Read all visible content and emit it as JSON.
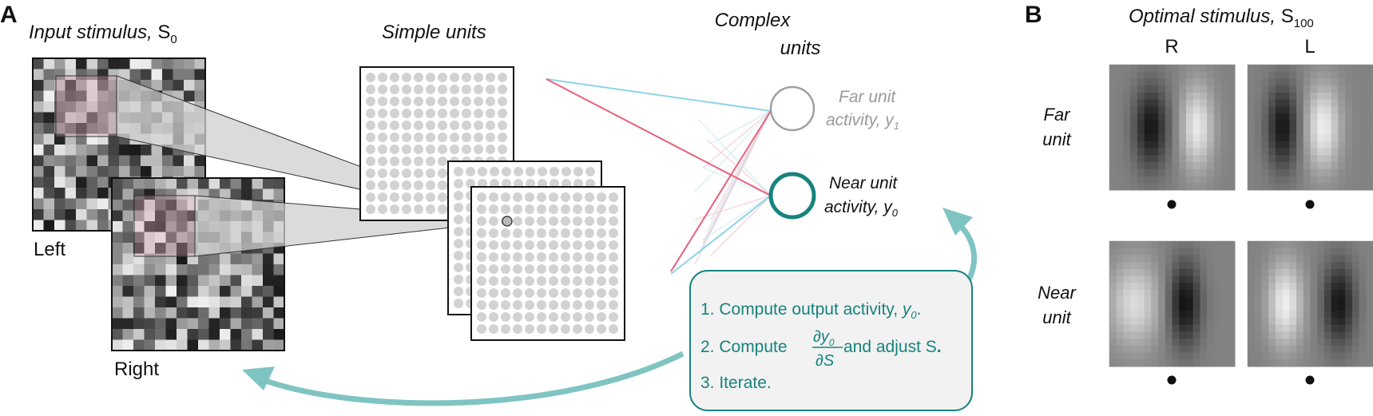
{
  "panel_a": {
    "label": "A",
    "input_title": "Input stimulus, ",
    "input_symbol": "S",
    "input_subscript": "0",
    "left_label": "Left",
    "right_label": "Right",
    "simple_title": "Simple units",
    "complex_title_1": "Complex",
    "complex_title_2": "units",
    "far_label_1": "Far unit",
    "far_label_2": "activity, ",
    "far_var": "y",
    "far_sub": "1",
    "near_label_1": "Near unit",
    "near_label_2": "activity, ",
    "near_var": "y",
    "near_sub": "0",
    "steps": {
      "step1": "1. Compute output activity, ",
      "step1_var": "y",
      "step1_sub": "0",
      "step1_end": ".",
      "step2_pre": "2. Compute ",
      "frac_num": "∂y",
      "frac_num_sub": "0",
      "frac_den": "∂S",
      "step2_post": " and adjust S",
      "step2_end": ".",
      "step3": "3. Iterate."
    }
  },
  "panel_b": {
    "label": "B",
    "title": "Optimal stimulus, ",
    "title_symbol": "S",
    "title_subscript": "100",
    "col_r": "R",
    "col_l": "L",
    "row_far_1": "Far",
    "row_far_2": "unit",
    "row_near_1": "Near",
    "row_near_2": "unit"
  },
  "colors": {
    "teal": "#17837d",
    "teal_light": "#7fc4c2",
    "pink": "#e8607a",
    "light_blue": "#8fd3e6",
    "box_fill": "#f2f2f2"
  }
}
